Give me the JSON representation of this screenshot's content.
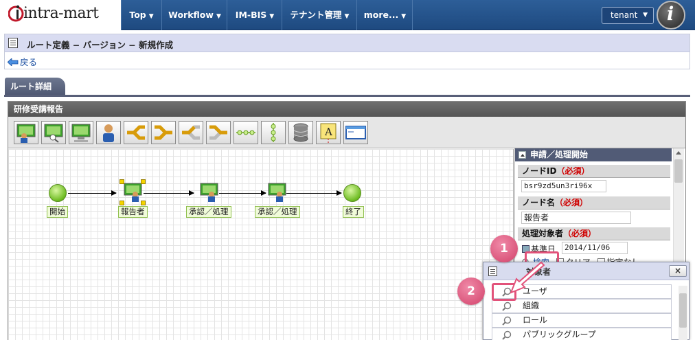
{
  "brand": {
    "logo": "intra-mart"
  },
  "nav": {
    "items": [
      {
        "label": "Top"
      },
      {
        "label": "Workflow"
      },
      {
        "label": "IM-BIS"
      },
      {
        "label": "テナント管理"
      },
      {
        "label": "more..."
      }
    ],
    "tenant": "tenant"
  },
  "page": {
    "title": "ルート定義 − バージョン − 新規作成",
    "back": "戻る",
    "tab": "ルート詳細",
    "panel_title": "研修受講報告"
  },
  "flow": {
    "nodes": [
      {
        "label": "開始"
      },
      {
        "label": "報告者"
      },
      {
        "label": "承認／処理"
      },
      {
        "label": "承認／処理"
      },
      {
        "label": "終了"
      }
    ]
  },
  "props": {
    "section": "申請／処理開始",
    "node_id_label": "ノードID",
    "node_id_value": "bsr9zd5un3ri96x",
    "node_name_label": "ノード名",
    "node_name_value": "報告者",
    "target_label": "処理対象者",
    "required": "（必須）",
    "base_date_label": "基準日",
    "base_date_value": "2014/11/06",
    "search": "検索",
    "clear": "クリア",
    "unspecified": "指定なし"
  },
  "popup": {
    "title": "対象者",
    "close": "×",
    "items": [
      {
        "label": "ユーザ"
      },
      {
        "label": "組織"
      },
      {
        "label": "ロール"
      },
      {
        "label": "パブリックグループ"
      }
    ]
  },
  "callouts": {
    "one": "1",
    "two": "2"
  },
  "colors": {
    "nav": "#1e4a80",
    "accent": "#e2527a",
    "required": "#d00000"
  }
}
